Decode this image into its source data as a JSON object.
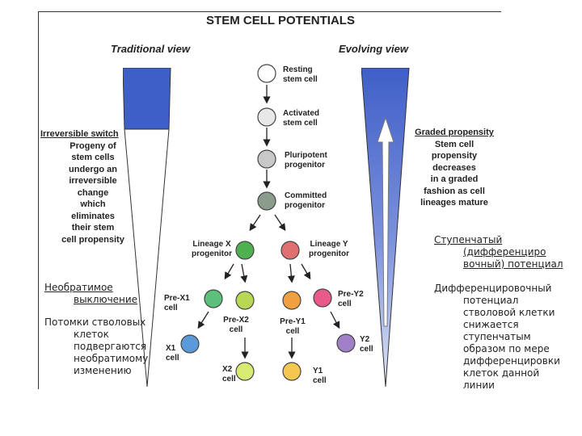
{
  "figure": {
    "title": "STEM CELL POTENTIALS",
    "traditional_view": "Traditional view",
    "evolving_view": "Evolving view",
    "irreversible_switch": {
      "heading": "Irreversible switch",
      "lines": [
        "Progeny of",
        "stem cells",
        "undergo an",
        "irreversible",
        "change",
        "which",
        "eliminates",
        "their stem",
        "cell propensity"
      ]
    },
    "graded_propensity": {
      "heading": "Graded propensity",
      "lines": [
        "Stem cell",
        "propensity",
        "decreases",
        "in a graded",
        "fashion as cell",
        "lineages mature"
      ]
    },
    "cells": {
      "resting": [
        "Resting",
        "stem cell"
      ],
      "activated": [
        "Activated",
        "stem cell"
      ],
      "pluripotent": [
        "Pluripotent",
        "progenitor"
      ],
      "committed": [
        "Committed",
        "progenitor"
      ],
      "lineage_x": [
        "Lineage X",
        "progenitor"
      ],
      "lineage_y": [
        "Lineage Y",
        "progenitor"
      ],
      "pre_x1": [
        "Pre-X1",
        "cell"
      ],
      "pre_x2": [
        "Pre-X2",
        "cell"
      ],
      "pre_y1": [
        "Pre-Y1",
        "cell"
      ],
      "pre_y2": [
        "Pre-Y2",
        "cell"
      ],
      "x1": [
        "X1",
        "cell"
      ],
      "x2": [
        "X2",
        "cell"
      ],
      "y1": [
        "Y1",
        "cell"
      ],
      "y2": [
        "Y2",
        "cell"
      ]
    },
    "colors": {
      "blue": "#3f5fc8",
      "resting": "#ffffff",
      "activated": "#e8e8e8",
      "pluripotent": "#c8c8c8",
      "committed": "#8c9c8c",
      "lineage_x": "#4fb04f",
      "lineage_y": "#e07070",
      "pre_x1": "#5cc07a",
      "pre_x2": "#b8d855",
      "pre_y1": "#f0a040",
      "pre_y2": "#e85a8a",
      "x1": "#5a9ad8",
      "x2": "#d8ea70",
      "y1": "#f4c850",
      "y2": "#a080c8"
    }
  },
  "annotations": {
    "right_top": {
      "heading": "Ступенчатый",
      "cont": [
        "(дифференциро",
        "вочный) потенциал"
      ]
    },
    "right_bottom": {
      "heading": "Дифференцировочный",
      "cont": [
        "потенциал",
        "стволовой клетки",
        "снижается",
        "ступенчатым",
        "образом по мере",
        "дифференцировки",
        "клеток данной",
        "линии"
      ]
    },
    "left_top": {
      "heading": "Необратимое",
      "cont": [
        "выключение"
      ]
    },
    "left_bottom": {
      "heading": "Потомки стволовых",
      "cont": [
        "клеток",
        "подвергаются",
        "необратимому",
        "изменению"
      ]
    }
  }
}
